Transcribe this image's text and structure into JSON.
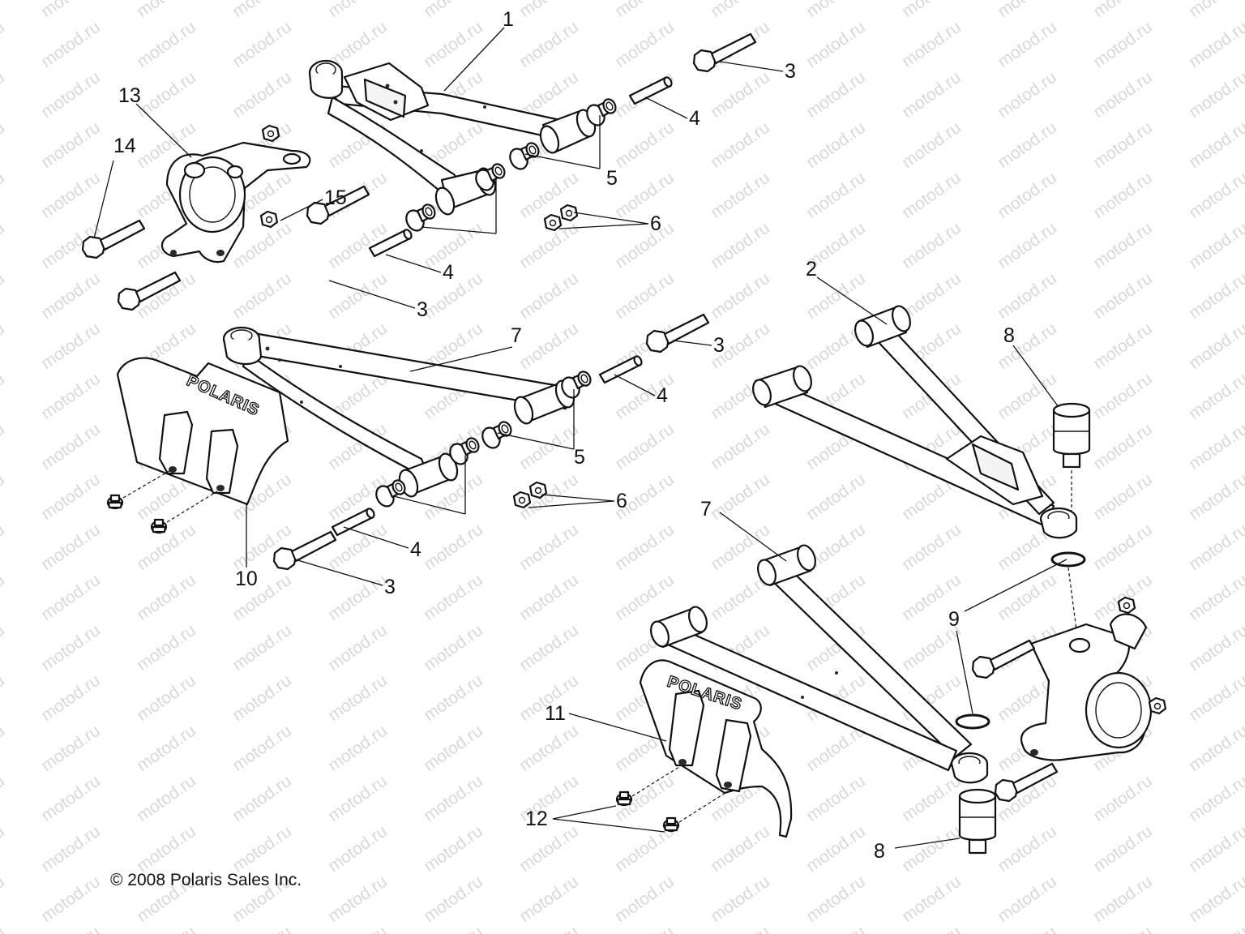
{
  "watermark": "motod.ru",
  "logo_text": "POLARIS",
  "copyright": "© 2008 Polaris Sales Inc.",
  "callouts": {
    "c1": "1",
    "c2": "2",
    "c3a": "3",
    "c3b": "3",
    "c3c": "3",
    "c3d": "3",
    "c4a": "4",
    "c4b": "4",
    "c4c": "4",
    "c4d": "4",
    "c5a": "5",
    "c5b": "5",
    "c6a": "6",
    "c6b": "6",
    "c7a": "7",
    "c7b": "7",
    "c8a": "8",
    "c8b": "8",
    "c9": "9",
    "c10": "10",
    "c11": "11",
    "c12": "12",
    "c13": "13",
    "c14": "14",
    "c15": "15"
  }
}
